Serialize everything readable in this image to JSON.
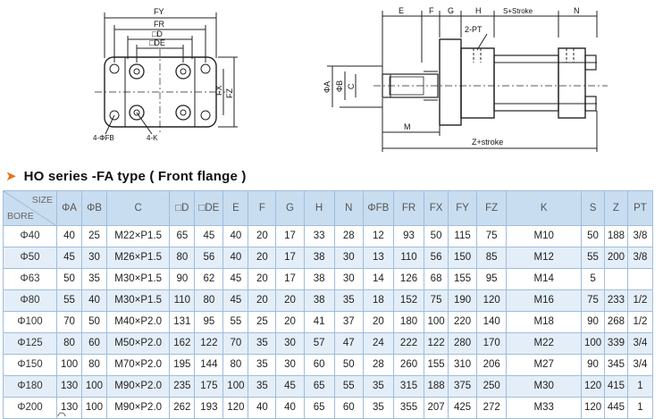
{
  "drawing": {
    "front_view_labels": {
      "fy": "FY",
      "fr": "FR",
      "d": "□D",
      "de": "□DE",
      "fx": "FX",
      "fz": "FZ",
      "fb": "4-ΦFB",
      "k": "4-K"
    },
    "side_view_labels": {
      "e": "E",
      "f": "F",
      "g": "G",
      "h": "H",
      "s_stroke": "S+Stroke",
      "n": "N",
      "pt": "2-PT",
      "a": "ΦA",
      "b": "ΦB",
      "c": "C",
      "m": "M",
      "z_stroke": "Z+stroke"
    }
  },
  "heading": {
    "arrow": "➤",
    "title": "HO series -FA type ( Front flange )"
  },
  "table": {
    "corner_size": "SIZE",
    "corner_bore": "BORE",
    "columns": [
      "ΦA",
      "ΦB",
      "C",
      "□D",
      "□DE",
      "E",
      "F",
      "G",
      "H",
      "N",
      "ΦFB",
      "FR",
      "FX",
      "FY",
      "FZ",
      "K",
      "S",
      "Z",
      "PT"
    ],
    "rows": [
      {
        "bore": "Φ40",
        "cells": [
          "40",
          "25",
          "M22×P1.5",
          "65",
          "45",
          "40",
          "20",
          "17",
          "33",
          "28",
          "12",
          "93",
          "50",
          "115",
          "75",
          "M10",
          "50",
          "188",
          "3/8"
        ]
      },
      {
        "bore": "Φ50",
        "cells": [
          "45",
          "30",
          "M26×P1.5",
          "80",
          "56",
          "40",
          "20",
          "17",
          "38",
          "30",
          "13",
          "110",
          "56",
          "150",
          "85",
          "M12",
          "55",
          "200",
          "3/8"
        ]
      },
      {
        "bore": "Φ63",
        "cells": [
          "50",
          "35",
          "M30×P1.5",
          "90",
          "62",
          "45",
          "20",
          "17",
          "38",
          "30",
          "14",
          "126",
          "68",
          "155",
          "95",
          "M14",
          "5",
          "",
          ""
        ]
      },
      {
        "bore": "Φ80",
        "cells": [
          "55",
          "40",
          "M30×P1.5",
          "110",
          "80",
          "45",
          "20",
          "20",
          "38",
          "35",
          "18",
          "152",
          "75",
          "190",
          "120",
          "M16",
          "75",
          "233",
          "1/2"
        ]
      },
      {
        "bore": "Φ100",
        "cells": [
          "70",
          "50",
          "M40×P2.0",
          "131",
          "95",
          "55",
          "25",
          "20",
          "41",
          "37",
          "20",
          "180",
          "100",
          "220",
          "140",
          "M18",
          "90",
          "268",
          "1/2"
        ]
      },
      {
        "bore": "Φ125",
        "cells": [
          "80",
          "60",
          "M50×P2.0",
          "162",
          "122",
          "70",
          "35",
          "30",
          "57",
          "47",
          "24",
          "222",
          "122",
          "280",
          "170",
          "M22",
          "100",
          "339",
          "3/4"
        ]
      },
      {
        "bore": "Φ150",
        "cells": [
          "100",
          "80",
          "M70×P2.0",
          "195",
          "144",
          "80",
          "35",
          "30",
          "60",
          "50",
          "28",
          "260",
          "155",
          "310",
          "206",
          "M27",
          "90",
          "345",
          "3/4"
        ]
      },
      {
        "bore": "Φ180",
        "cells": [
          "130",
          "100",
          "M90×P2.0",
          "235",
          "175",
          "100",
          "35",
          "45",
          "65",
          "55",
          "35",
          "315",
          "188",
          "375",
          "250",
          "M30",
          "120",
          "415",
          "1"
        ]
      },
      {
        "bore": "Φ200",
        "cells": [
          "130",
          "100",
          "M90×P2.0",
          "262",
          "193",
          "120",
          "40",
          "40",
          "65",
          "60",
          "35",
          "355",
          "207",
          "425",
          "272",
          "M33",
          "120",
          "445",
          "1"
        ]
      }
    ]
  }
}
